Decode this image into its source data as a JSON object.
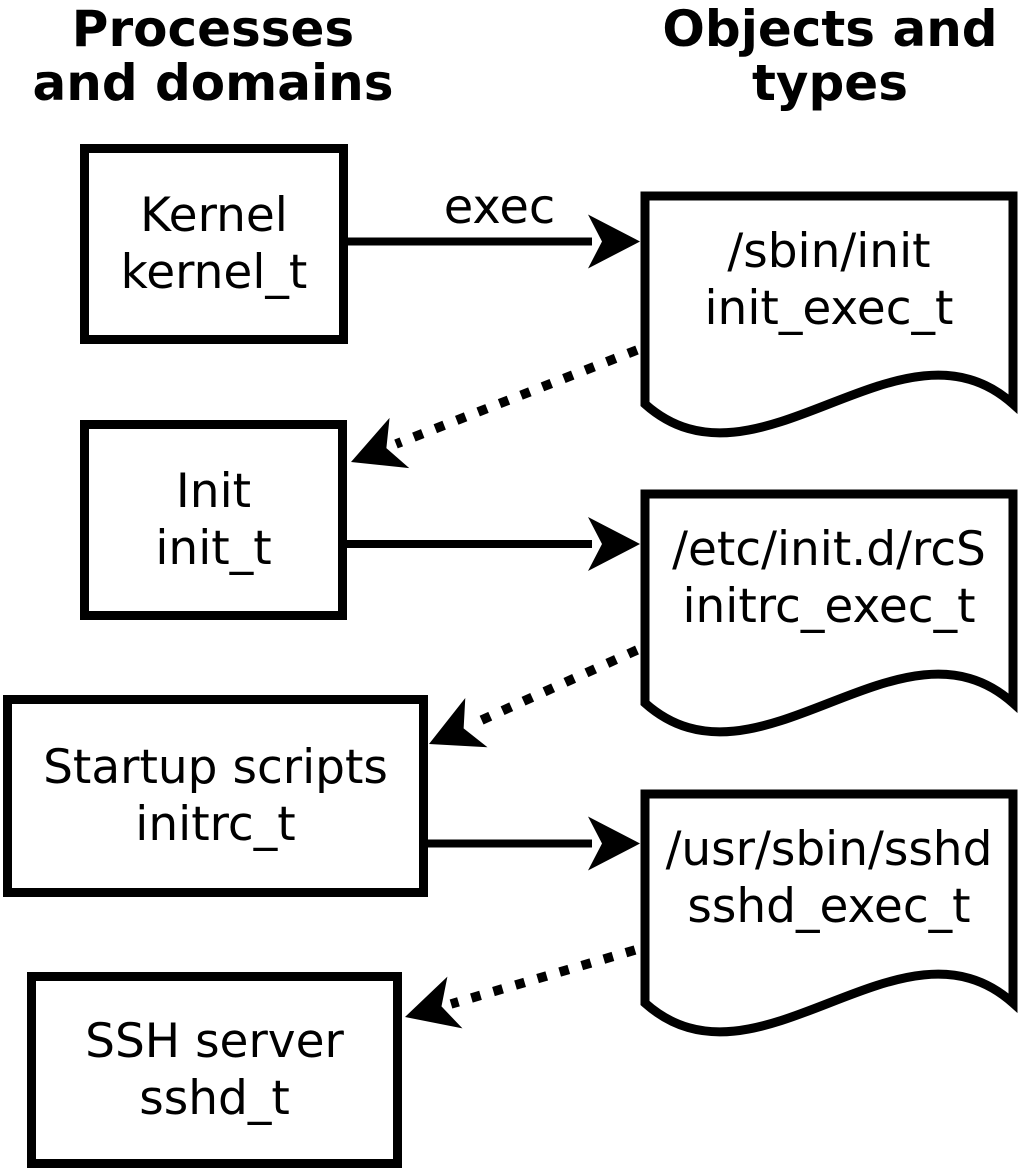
{
  "diagram": {
    "background": "#ffffff",
    "stroke_color": "#000000",
    "headers": {
      "left": {
        "line1": "Processes",
        "line2": "and domains"
      },
      "right": {
        "line1": "Objects and",
        "line2": "types"
      }
    },
    "processes": [
      {
        "label": "Kernel",
        "type": "kernel_t"
      },
      {
        "label": "Init",
        "type": "init_t"
      },
      {
        "label": "Startup scripts",
        "type": "initrc_t"
      },
      {
        "label": "SSH server",
        "type": "sshd_t"
      }
    ],
    "objects": [
      {
        "path": "/sbin/init",
        "type": "init_exec_t"
      },
      {
        "path": "/etc/init.d/rcS",
        "type": "initrc_exec_t"
      },
      {
        "path": "/usr/sbin/sshd",
        "type": "sshd_exec_t"
      }
    ],
    "edges": [
      {
        "from": "kernel_t",
        "to": "init_exec_t",
        "label": "exec",
        "style": "solid"
      },
      {
        "from": "init_exec_t",
        "to": "init_t",
        "label": "",
        "style": "dotted"
      },
      {
        "from": "init_t",
        "to": "initrc_exec_t",
        "label": "",
        "style": "solid"
      },
      {
        "from": "initrc_exec_t",
        "to": "initrc_t",
        "label": "",
        "style": "dotted"
      },
      {
        "from": "initrc_t",
        "to": "sshd_exec_t",
        "label": "",
        "style": "solid"
      },
      {
        "from": "sshd_exec_t",
        "to": "sshd_t",
        "label": "",
        "style": "dotted"
      }
    ]
  }
}
